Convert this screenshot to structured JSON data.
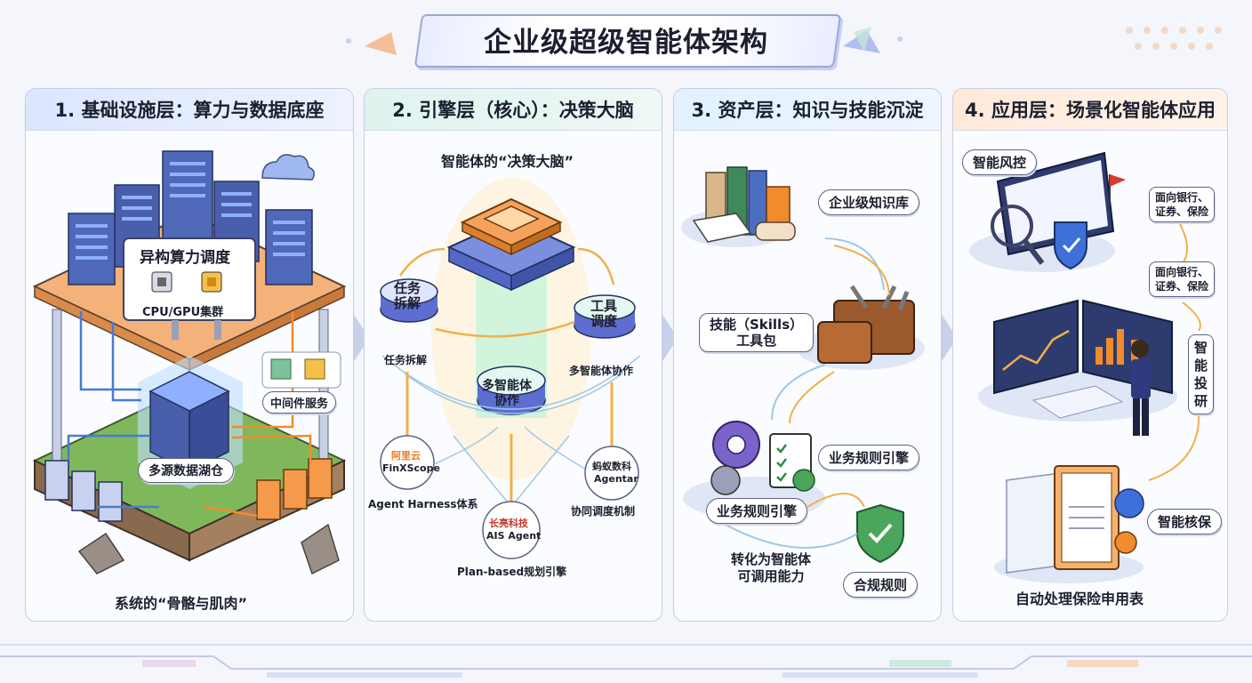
{
  "title": "企业级超级智能体架构",
  "panels": [
    {
      "heading": "1. 基础设施层：算力与数据底座"
    },
    {
      "heading": "2. 引擎层（核心）：决策大脑"
    },
    {
      "heading": "3. 资产层：知识与技能沉淀"
    },
    {
      "heading": "4. 应用层：场景化智能体应用"
    }
  ],
  "layer1": {
    "compute_title": "异构算力调度",
    "compute_sub": "CPU/GPU集群",
    "middleware": "中间件服务",
    "datalake": "多源数据湖仓",
    "caption": "系统的“骨骼与肌肉”"
  },
  "layer2": {
    "subtitle": "智能体的“决策大脑”",
    "task_disc": "任务\n拆解",
    "task_caption": "任务拆解",
    "tool_disc": "工具\n调度",
    "multi_caption": "多智能体协作",
    "center_disc": "多智能体\n协作",
    "aliyun_logo": "阿里云",
    "aliyun_name": "FinXScope",
    "aliyun_caption": "Agent Harness体系",
    "ant_logo": "蚂蚁数科",
    "ant_name": "Agentar",
    "ant_caption": "协同调度机制",
    "cl_logo": "长亮科技",
    "cl_name": "AIS Agent",
    "cl_caption": "Plan-based规划引擎"
  },
  "layer3": {
    "knowledge": "企业级知识库",
    "skills": "技能（Skills）\n工具包",
    "rules_right": "业务规则引擎",
    "rules_left": "业务规则引擎",
    "convert": "转化为智能体\n可调用能力",
    "compliance": "合规规则"
  },
  "layer4": {
    "risk": "智能风控",
    "target_1": "面向银行、\n证券、保险",
    "target_2": "面向银行、\n证券、保险",
    "research": "智\n能\n投\n研",
    "underwriting": "智能核保",
    "caption": "自动处理保险申用表"
  },
  "colors": {
    "accent_blue": "#4a5fc1",
    "accent_orange": "#f08c2e",
    "accent_green": "#5aa64a",
    "accent_purple": "#7b63c9"
  }
}
